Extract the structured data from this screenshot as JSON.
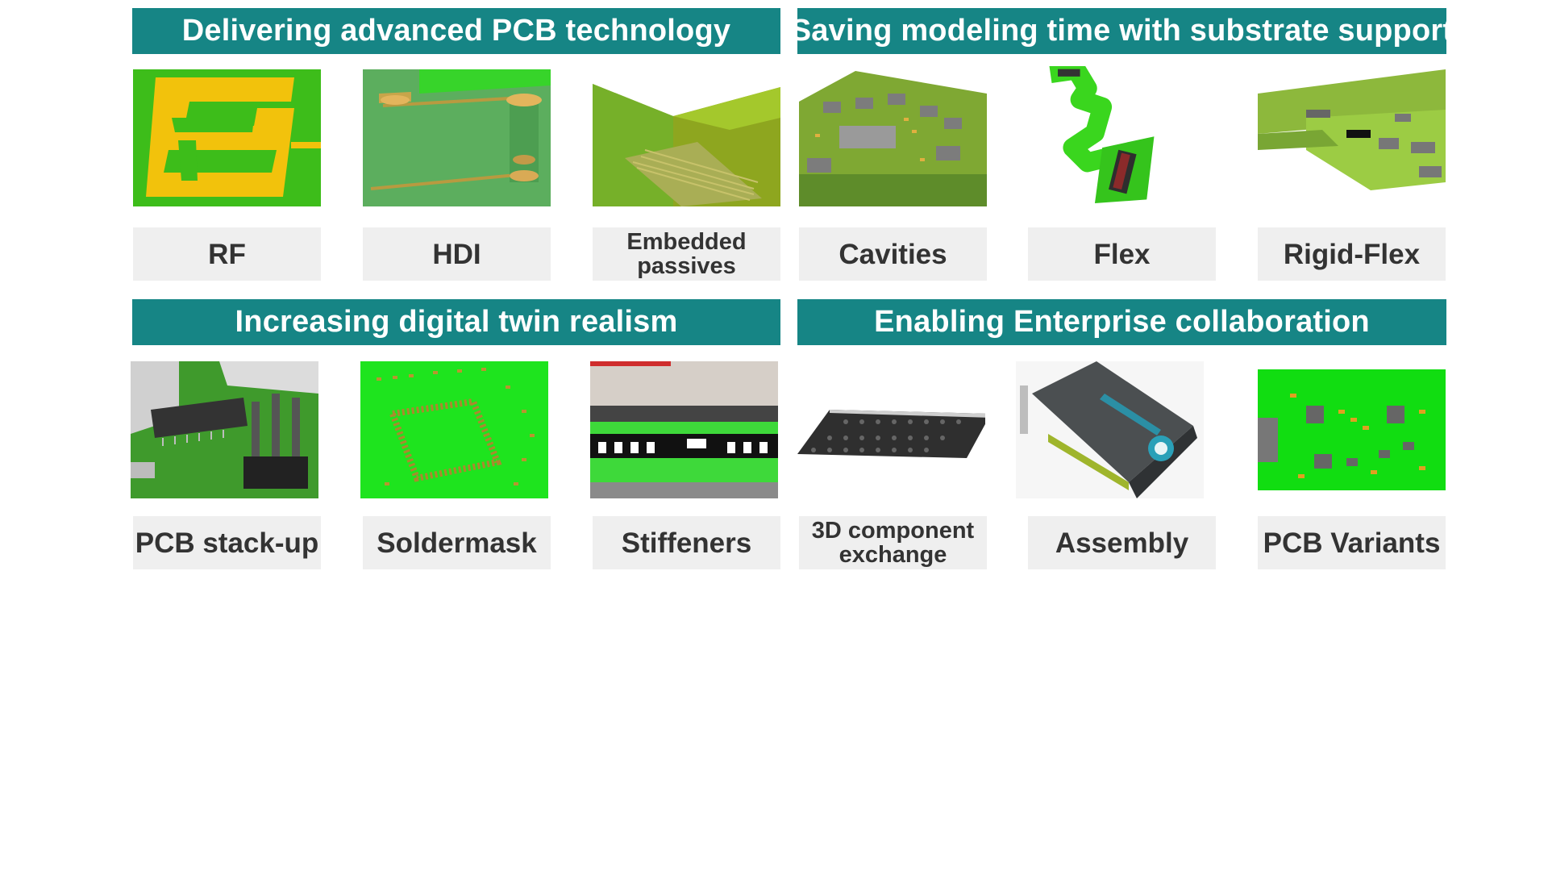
{
  "sections": [
    {
      "title": "Delivering advanced PCB technology"
    },
    {
      "title": "Saving modeling time with substrate support"
    },
    {
      "title": "Increasing digital twin realism"
    },
    {
      "title": "Enabling Enterprise collaboration"
    }
  ],
  "items": [
    {
      "label": "RF",
      "icon": "rf-antenna-image"
    },
    {
      "label": "HDI",
      "icon": "hdi-via-image"
    },
    {
      "label": "Embedded passives",
      "icon": "embedded-passives-image"
    },
    {
      "label": "Cavities",
      "icon": "cavities-image"
    },
    {
      "label": "Flex",
      "icon": "flex-circuit-image"
    },
    {
      "label": "Rigid-Flex",
      "icon": "rigid-flex-image"
    },
    {
      "label": "PCB stack-up",
      "icon": "pcb-stackup-image"
    },
    {
      "label": "Soldermask",
      "icon": "soldermask-image"
    },
    {
      "label": "Stiffeners",
      "icon": "stiffeners-image"
    },
    {
      "label": "3D component exchange",
      "icon": "bga-component-image"
    },
    {
      "label": "Assembly",
      "icon": "graphics-card-image"
    },
    {
      "label": "PCB Variants",
      "icon": "pcb-variants-image"
    }
  ],
  "colors": {
    "banner": "#168585",
    "label_bg": "#efefef",
    "pcb_green": "#3dbd1a",
    "copper": "#f2c20c"
  }
}
